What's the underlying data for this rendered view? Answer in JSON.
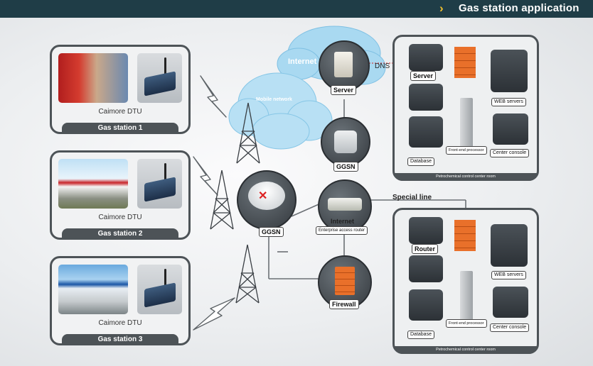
{
  "header": {
    "title": "Gas station application"
  },
  "stations": [
    {
      "dtu_label": "Caimore DTU",
      "name": "Gas station 1"
    },
    {
      "dtu_label": "Caimore DTU",
      "name": "Gas station 2"
    },
    {
      "dtu_label": "Caimore DTU",
      "name": "Gas station 3"
    }
  ],
  "network": {
    "internet_cloud": "Internet",
    "mobile_network": "Mobile network",
    "dns": "DNS",
    "server": "Server",
    "ggsn_top": "GGSN",
    "ggsn_main": "GGSN",
    "internet_router_title": "Internet",
    "internet_router_sub": "Enterprise access router",
    "firewall": "Firewall",
    "special_line": "Special line"
  },
  "room_top": {
    "server": "Server",
    "web_servers": "WEB servers",
    "front_end": "Front-end processor",
    "database": "Database",
    "center_console": "Center console",
    "footer": "Petrochemical control center room"
  },
  "room_bottom": {
    "router": "Router",
    "web_servers": "WEB servers",
    "front_end": "Front-end processor",
    "database": "Database",
    "center_console": "Center console",
    "footer": "Petrochemical control center room"
  },
  "colors": {
    "header_bg": "#1f3d47",
    "accent": "#f2c12e",
    "cloud": "#a9d9f1",
    "firewall": "#e9702a"
  }
}
